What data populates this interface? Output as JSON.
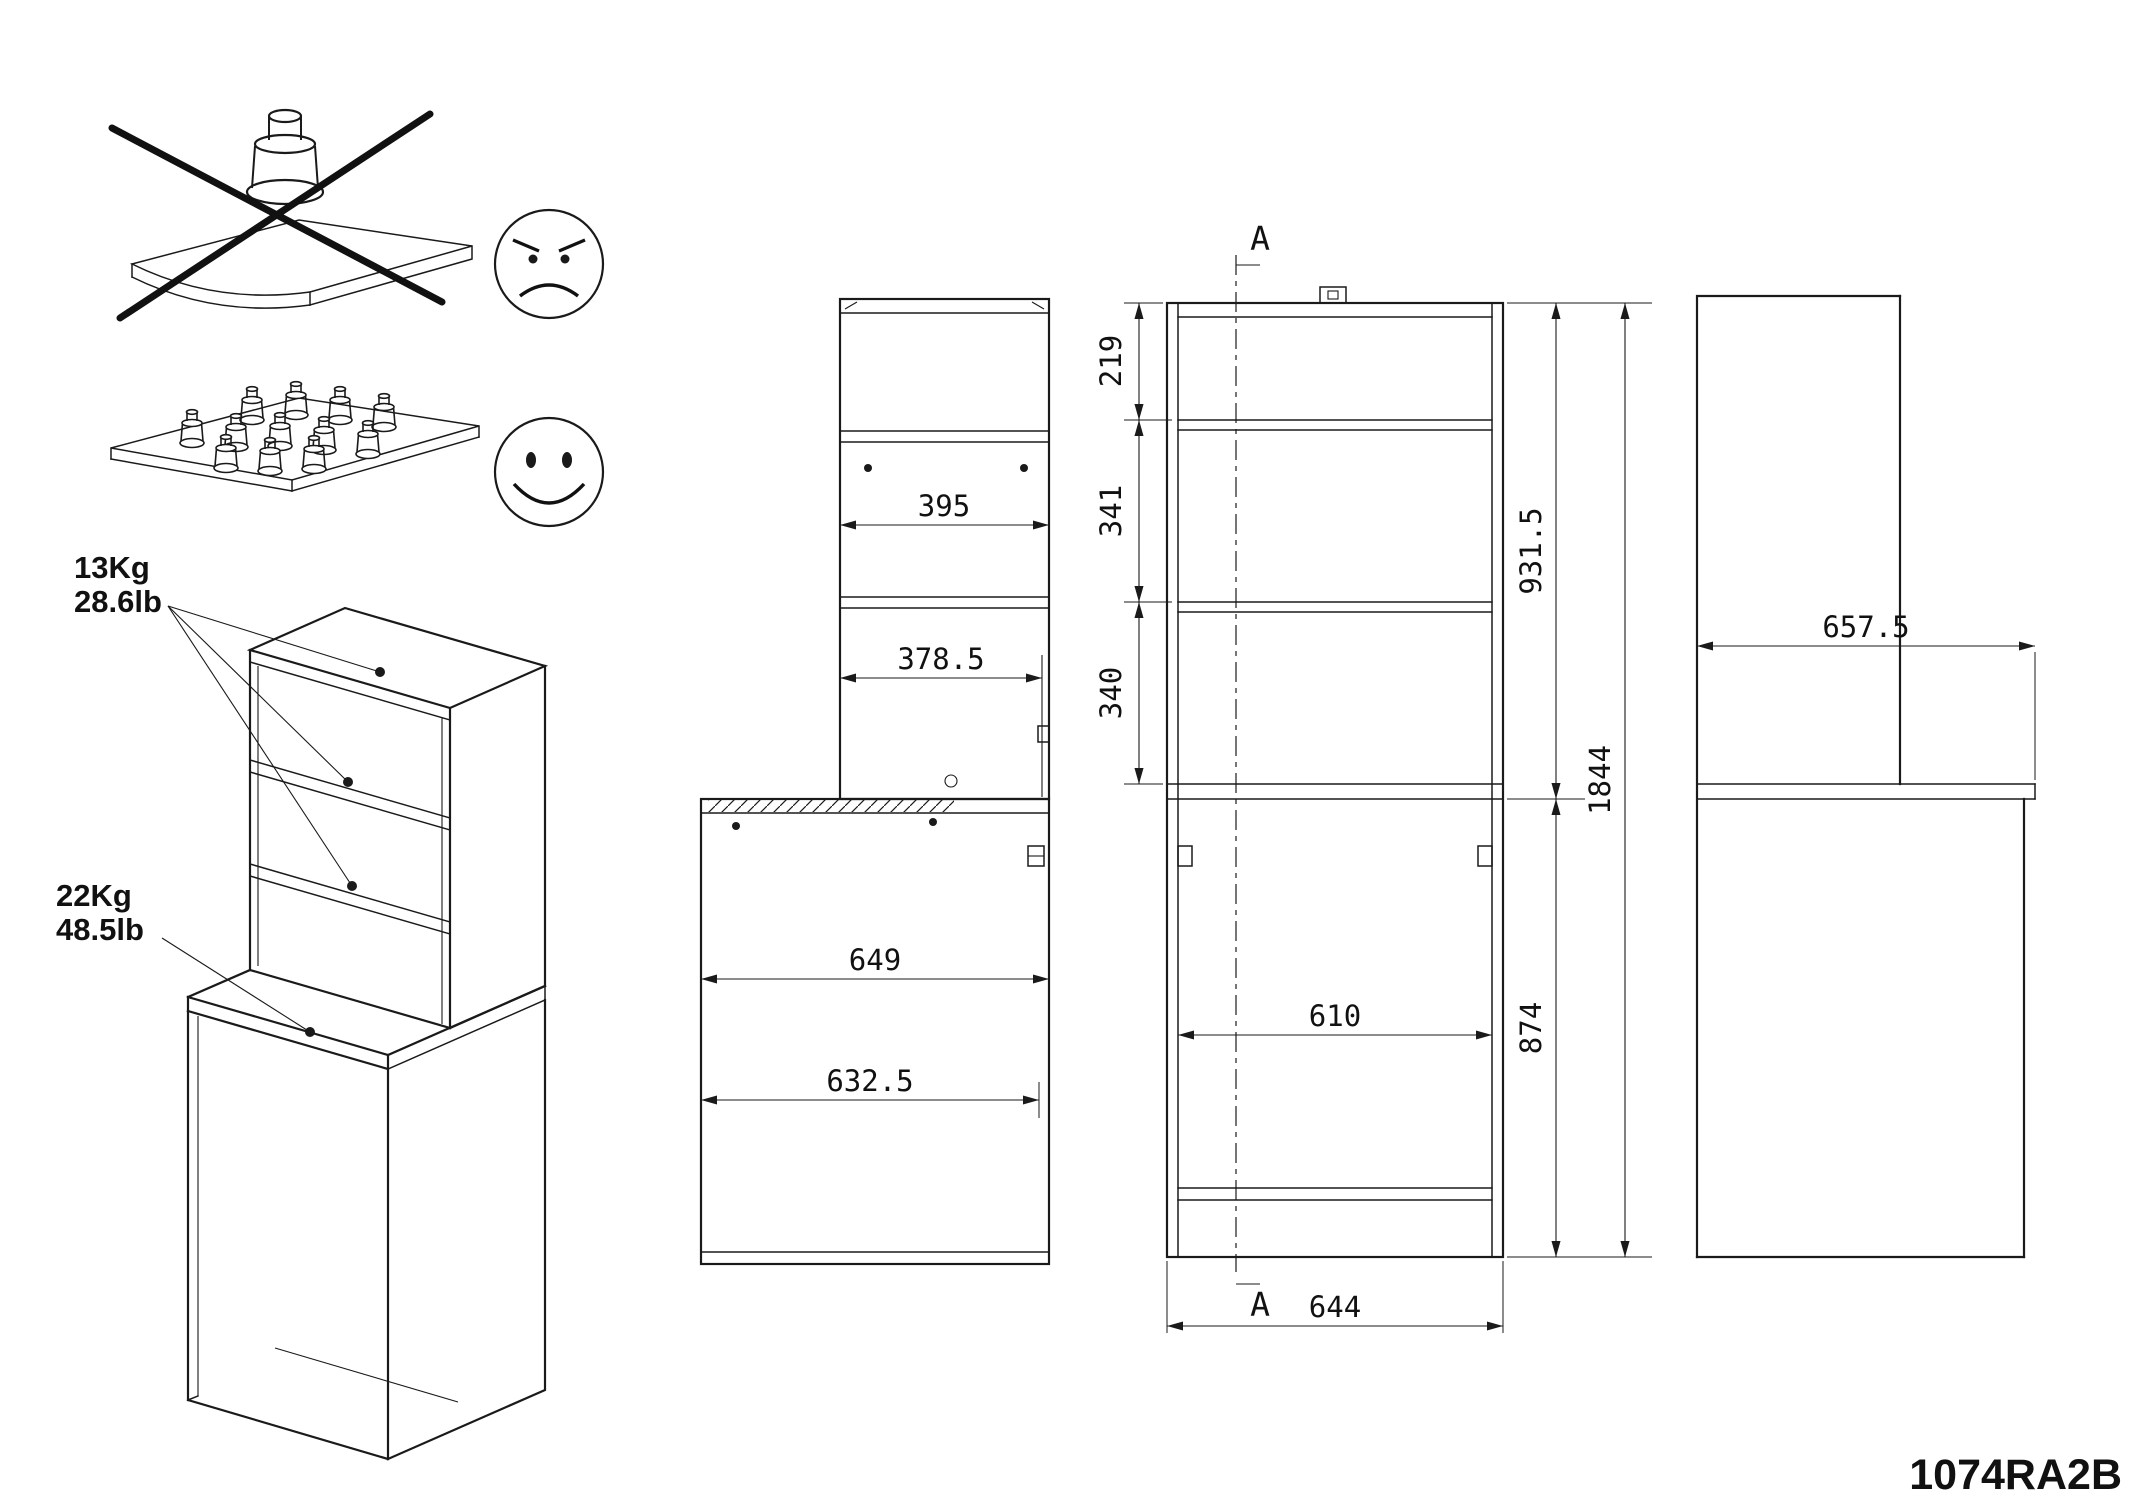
{
  "part_number": "1074RA2B",
  "load_labels": {
    "hutch_kg": "13Kg",
    "hutch_lb": "28.6lb",
    "desk_kg": "22Kg",
    "desk_lb": "48.5lb"
  },
  "section_marker": "A",
  "dims": {
    "side": {
      "shelf_width": "395",
      "shelf_depth_inner": "378.5",
      "desk_depth": "649",
      "desk_depth_inner": "632.5"
    },
    "front": {
      "top_section": "219",
      "mid_section": "341",
      "lower_section": "340",
      "hutch_height": "931.5",
      "total_height": "1844",
      "desk_height": "874",
      "inner_width": "610",
      "overall_width": "644"
    },
    "rear": {
      "overall_depth": "657.5"
    }
  },
  "icons": {
    "prohibited": "point-load-crossed-out",
    "allowed": "distributed-load",
    "angry_face": "angry-face-icon",
    "happy_face": "happy-face-icon"
  }
}
